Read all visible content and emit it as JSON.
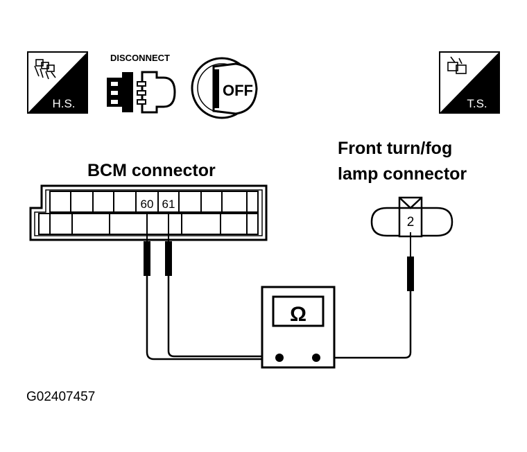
{
  "icons": {
    "hs_label": "H.S.",
    "disconnect_label": "DISCONNECT",
    "off_label": "OFF",
    "ts_label": "T.S."
  },
  "bcm": {
    "title": "BCM connector",
    "pin_a": "60",
    "pin_b": "61"
  },
  "lamp": {
    "title_line1": "Front turn/fog",
    "title_line2": "lamp connector",
    "pin": "2"
  },
  "meter": {
    "symbol": "Ω"
  },
  "figure_id": "G02407457"
}
